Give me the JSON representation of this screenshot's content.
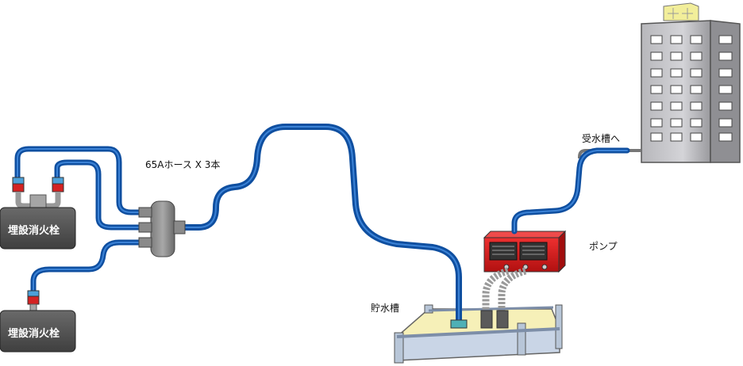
{
  "labels": {
    "hose": "65Aホース X 3本",
    "to_receiving_tank": "受水槽へ",
    "pump": "ポンプ",
    "storage_tank": "貯水槽",
    "hydrant_top": "埋設消火栓",
    "hydrant_bottom": "埋設消火栓"
  },
  "colors": {
    "hose": "#0f4fa0",
    "hose_highlight": "#3b82d6",
    "pump": "#d91c1c",
    "hydrant_box": "#555555",
    "water": "#f6f0b8",
    "tank_frame": "#b8c6d8",
    "building": "#cfcfd3",
    "water_tank_roof": "#f2ee9a"
  }
}
